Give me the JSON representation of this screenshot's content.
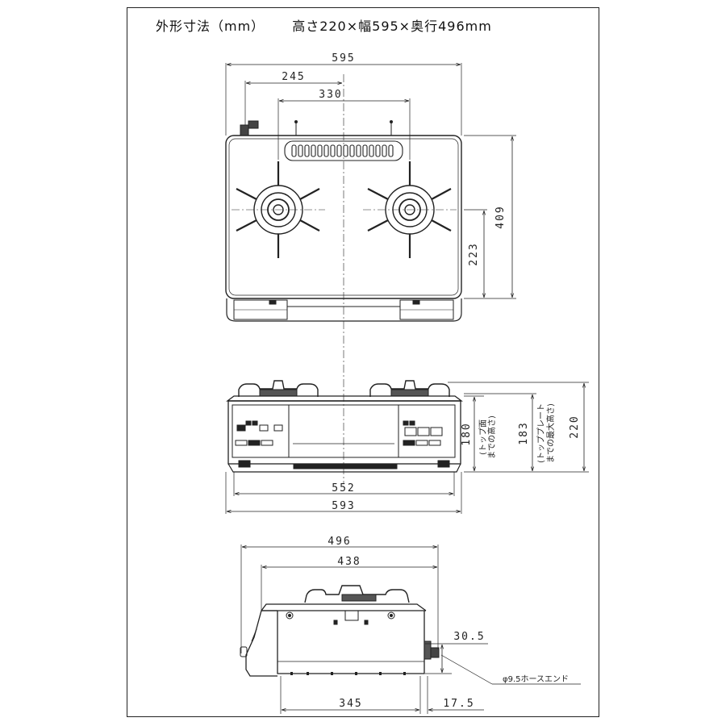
{
  "title": {
    "left": "外形寸法（mm）",
    "right": "高さ220×幅595×奥行496mm"
  },
  "top_view": {
    "width": "595",
    "burner_offset": "245",
    "burner_spacing": "330",
    "depth": "409",
    "burner_to_front": "223"
  },
  "front_view": {
    "base_width": "552",
    "overall_width": "593",
    "top_height_value": "180",
    "top_height_note_1": "(トップ面",
    "top_height_note_2": "までの高さ)",
    "plate_height_value": "183",
    "plate_height_note_1": "(トッププレート",
    "plate_height_note_2": "までの最大高さ)",
    "overall_height": "220"
  },
  "side_view": {
    "depth": "496",
    "body_depth": "438",
    "hose_height": "30.5",
    "foot_span": "345",
    "hose_offset": "17.5",
    "hose_label": "φ9.5ホースエンド"
  }
}
